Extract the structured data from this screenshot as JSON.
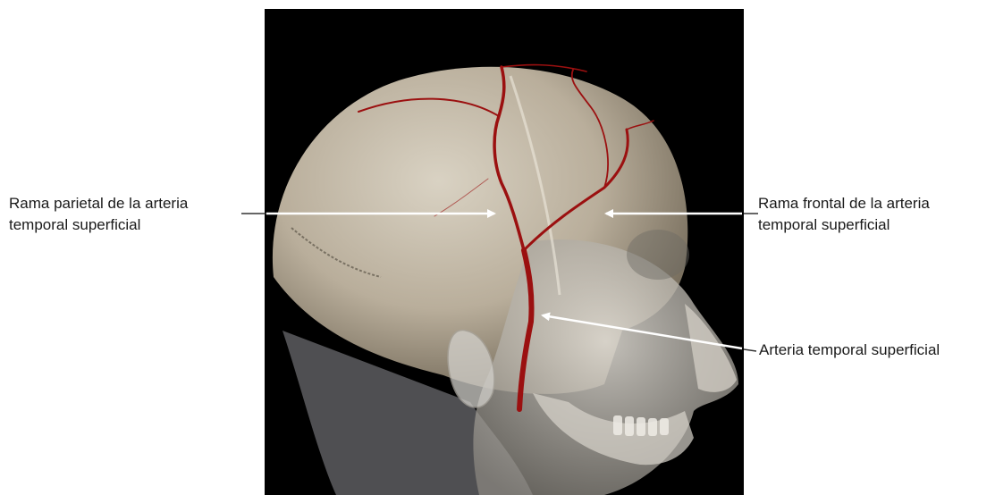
{
  "labels": {
    "parietal_branch": "Rama parietal de la arteria\ntemporal superficial",
    "frontal_branch": "Rama frontal de la arteria\ntemporal superficial",
    "superficial_temporal_artery": "Arteria temporal superficial"
  },
  "colors": {
    "background": "#000000",
    "artery": "#9b1010",
    "skull": "#cfc6b6",
    "arrow": "#ffffff"
  }
}
